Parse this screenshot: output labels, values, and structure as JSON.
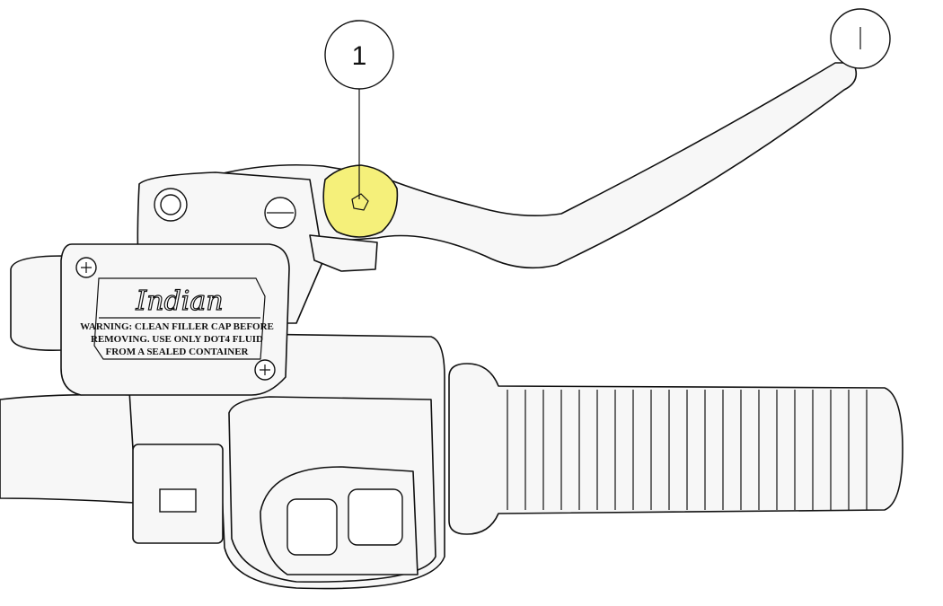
{
  "diagram": {
    "callout_number": "1",
    "reservoir_logo": "Indian",
    "warning_lines": [
      "WARNING: CLEAN FILLER CAP BEFORE",
      "REMOVING. USE ONLY DOT4 FLUID",
      "FROM A SEALED CONTAINER"
    ],
    "highlight_color": "#f5f07a"
  }
}
